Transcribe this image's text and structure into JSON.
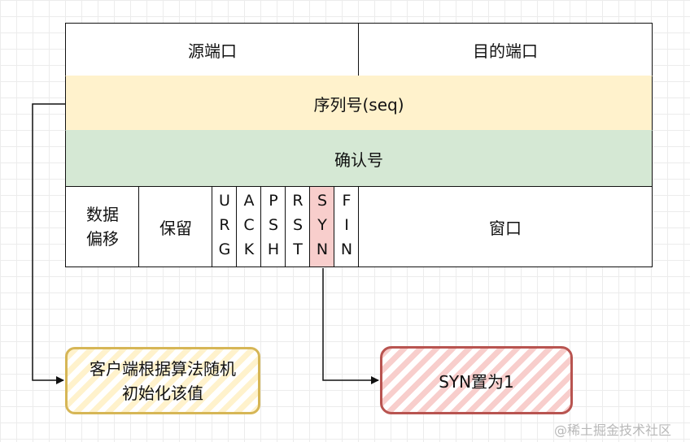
{
  "header": {
    "src_port": "源端口",
    "dst_port": "目的端口",
    "seq": "序列号(seq)",
    "ack": "确认号",
    "data_offset": [
      "数据",
      "偏移"
    ],
    "reserved": "保留",
    "flags": [
      [
        "U",
        "R",
        "G"
      ],
      [
        "A",
        "C",
        "K"
      ],
      [
        "P",
        "S",
        "H"
      ],
      [
        "R",
        "S",
        "T"
      ],
      [
        "S",
        "Y",
        "N"
      ],
      [
        "F",
        "I",
        "N"
      ]
    ],
    "window": "窗口"
  },
  "notes": {
    "seq_note": [
      "客户端根据算法随机",
      "初始化该值"
    ],
    "syn_note": "SYN置为1"
  },
  "watermark": "@稀土掘金技术社区",
  "colors": {
    "seq_fill": "#fff2cc",
    "ack_fill": "#d5e8d4",
    "syn_fill": "#f8cecc",
    "yellow_note_border": "#d6b656",
    "red_note_border": "#b85450"
  }
}
